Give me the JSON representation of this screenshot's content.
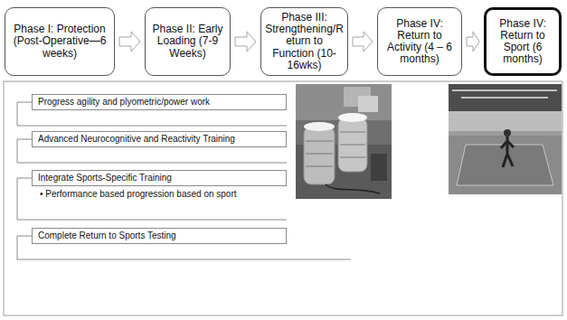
{
  "diagram": {
    "nodes": [
      {
        "text": [
          "Phase I: Protection (Post-Operative—6 weeks)"
        ]
      },
      {
        "text": [
          "Phase II: Early Loading (7-9 Weeks)"
        ]
      },
      {
        "text": [
          "Phase III: Strengthening/Return to Function (10-16wks)"
        ]
      },
      {
        "text": [
          "Phase IV: Return to Activity (4 – 6 months)"
        ]
      },
      {
        "text": [
          "Phase IV: Return to Sport (6 months)"
        ]
      },
      {
        "text": [
          "Progress agility and plyometric/power work"
        ]
      },
      {
        "text": [
          "Advanced Neurocognitive and Reactivity Training"
        ]
      },
      {
        "text": [
          "Integrate Sports-Specific Training"
        ]
      },
      {
        "text": [
          "Complete Return to Sports Testing"
        ]
      }
    ],
    "edges": [
      {
        "from": 0,
        "to": 1,
        "arrow": "to"
      },
      {
        "from": 1,
        "to": 2,
        "arrow": "to"
      },
      {
        "from": 2,
        "to": 3,
        "arrow": "to"
      },
      {
        "from": 3,
        "to": 4,
        "arrow": "to"
      }
    ],
    "labels": [
      "• Performance based progression based on sport"
    ]
  }
}
